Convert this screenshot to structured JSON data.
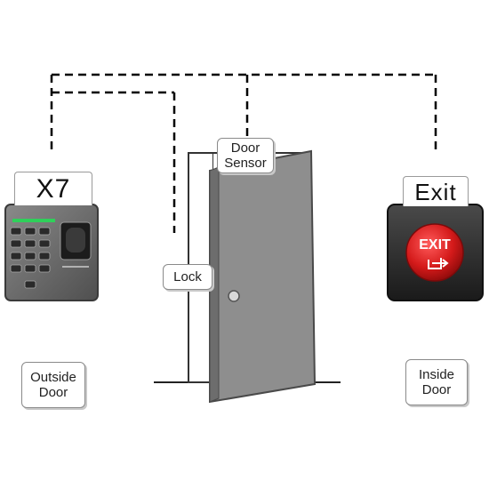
{
  "devices": {
    "x7_label": "X7",
    "exit_label": "Exit",
    "exit_button_text": "EXIT"
  },
  "labels": {
    "door_sensor_line1": "Door",
    "door_sensor_line2": "Sensor",
    "lock": "Lock",
    "outside_door_line1": "Outside",
    "outside_door_line2": "Door",
    "inside_door_line1": "Inside",
    "inside_door_line2": "Door"
  },
  "colors": {
    "wire": "#000000",
    "door": "#8e8e8e",
    "door_edge": "#4a4a4a",
    "exit_button_red": "#d41a1a",
    "exit_panel": "#2a2a2a",
    "reader_body": "#6b6b6b"
  }
}
